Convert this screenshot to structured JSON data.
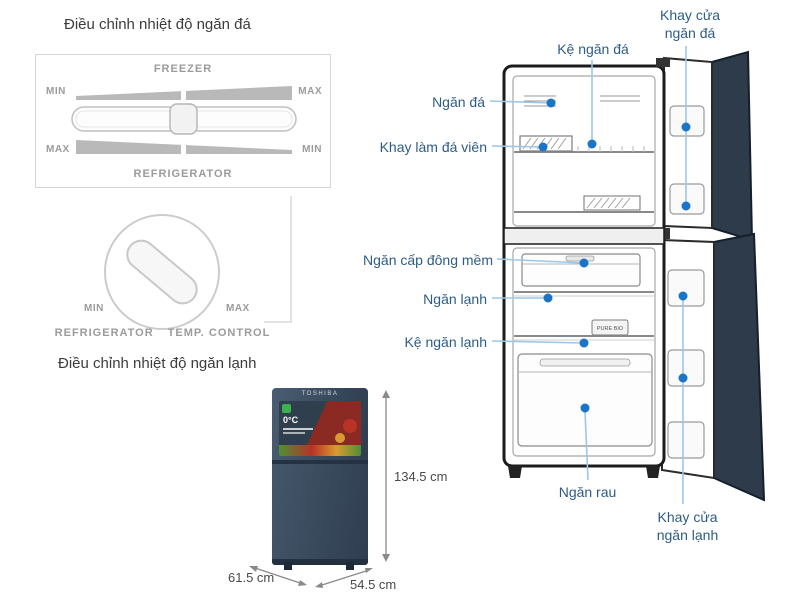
{
  "freezer_control": {
    "title": "Điều chỉnh nhiệt độ ngăn đá",
    "freezer": "FREEZER",
    "refrigerator": "REFRIGERATOR",
    "min": "MIN",
    "max": "MAX"
  },
  "temp_control": {
    "min": "MIN",
    "max": "MAX",
    "refrigerator": "REFRIGERATOR",
    "temp": "TEMP. CONTROL",
    "title": "Điều chỉnh nhiệt độ ngăn lạnh"
  },
  "parts": [
    {
      "text": "Khay cửa ngăn đá"
    },
    {
      "text": "Kệ ngăn đá"
    },
    {
      "text": "Ngăn đá"
    },
    {
      "text": "Khay làm đá viên"
    },
    {
      "text": "Ngăn cấp đông mềm"
    },
    {
      "text": "Ngăn lạnh"
    },
    {
      "text": "Kệ ngăn lạnh"
    },
    {
      "text": "Ngăn rau"
    },
    {
      "text": "Khay cửa ngăn lạnh"
    }
  ],
  "dimensions": {
    "height": "134.5 cm",
    "depth": "61.5 cm",
    "width": "54.5 cm"
  },
  "mini_fridge": {
    "brand": "TOSHIBA",
    "screen_temp": "0°C"
  },
  "fridge_diagram": {
    "pure_bio": "PURE BIO"
  },
  "colors": {
    "label_blue": "#2d5c87",
    "dot_blue": "#1a75c8",
    "line_blue": "#9cc7e8",
    "door_dark": "#2d3b4a"
  }
}
